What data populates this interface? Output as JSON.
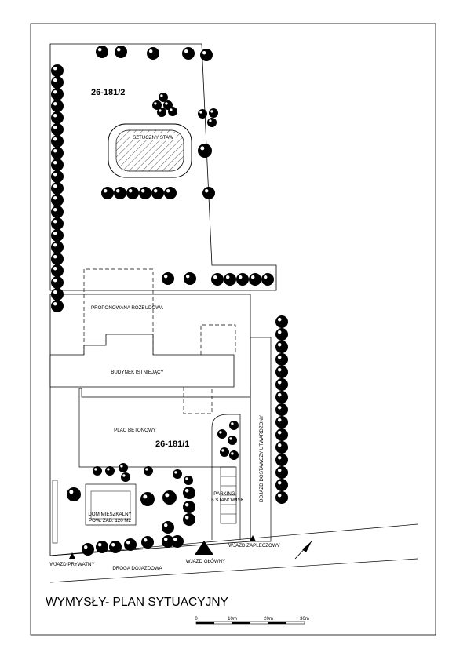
{
  "title": "WYMYSŁY- PLAN SYTUACYJNY",
  "labels": {
    "lot_north": "26-181/2",
    "lot_south": "26-181/1",
    "pond": "SZTUCZNY STAW",
    "extension": "PROPONOWANA ROZBUDOWA",
    "existing_building": "BUDYNEK ISTNIEJĄCY",
    "concrete_yard": "PLAC BETONOWY",
    "house_line1": "DOM MIESZKALNY",
    "house_line2": "POW. ZAB. 120 M2",
    "parking_line1": "PARKING",
    "parking_line2": "6 STANOWISK",
    "delivery_road": "DOJAZD DOSTAWCZY UTWARDZONY",
    "private_entry": "WJAZD PRYWATNY",
    "access_road": "DROGA DOJAZDOWA",
    "main_entry": "WJAZD GŁÓWNY",
    "back_entry": "WJAZD ZAPLECZOWY"
  },
  "scale_bar": {
    "ticks": [
      "0",
      "10m",
      "20m",
      "30m"
    ]
  },
  "icons": [
    "tree-icon",
    "north-arrow-icon",
    "entry-triangle-icon"
  ],
  "colors": {
    "ink": "#000000",
    "paper": "#ffffff"
  }
}
